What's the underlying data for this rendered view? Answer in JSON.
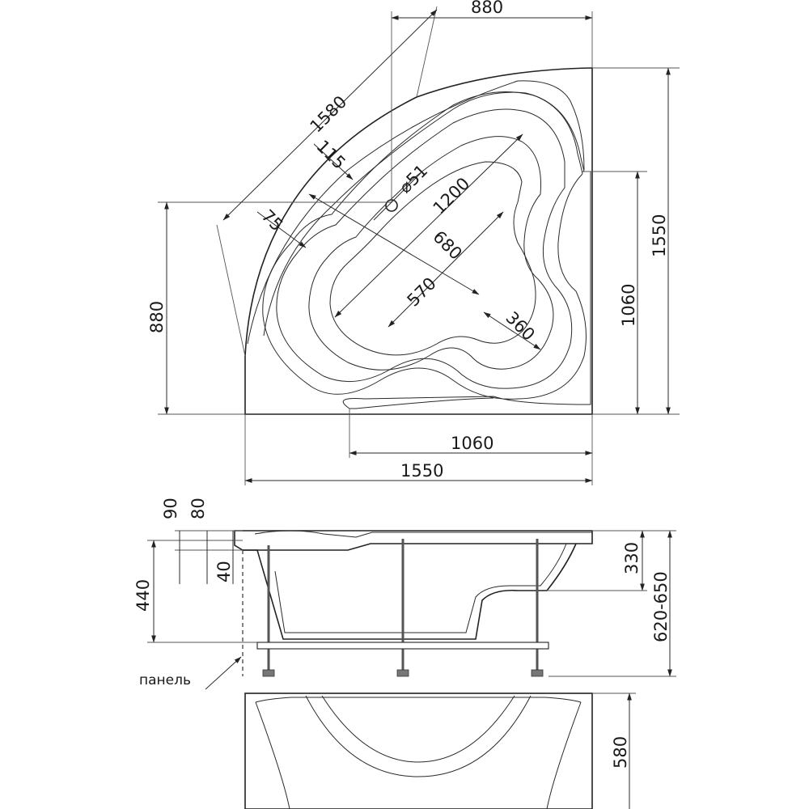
{
  "top_view": {
    "diagonal_length": "1580",
    "rim_width_top": "880",
    "rim_width_left": "880",
    "side_length_right": "1550",
    "side_length_bottom": "1550",
    "apron_length_right": "1060",
    "apron_length_bottom": "1060",
    "rim_offset": "115",
    "seat_offset": "75",
    "drain_diameter": "⌀51",
    "inner_length": "1200",
    "inner_width": "680",
    "bottom_width": "570",
    "lobe_width": "360"
  },
  "side_view": {
    "rim_height": "90",
    "rim_depth": "80",
    "rim_gap": "40",
    "depth_from_rim": "440",
    "depth_to_seat": "330",
    "total_height": "620-650",
    "panel_label": "панель"
  },
  "panel_view": {
    "panel_height": "580"
  }
}
